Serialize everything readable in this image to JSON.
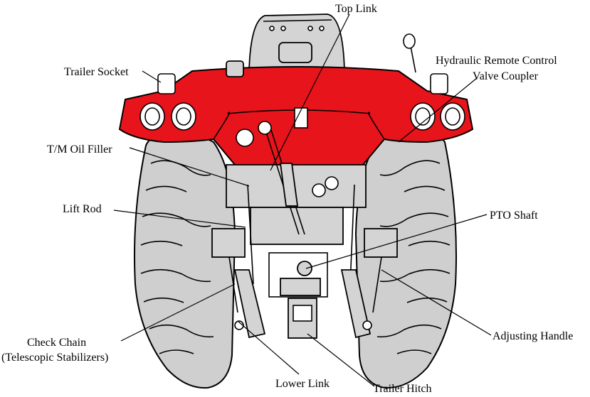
{
  "labels": {
    "top_link": "Top Link",
    "trailer_socket": "Trailer Socket",
    "hydraulic_line1": "Hydraulic Remote Control",
    "hydraulic_line2": "Valve Coupler",
    "tm_oil_filler": "T/M Oil Filler",
    "lift_rod": "Lift Rod",
    "pto_shaft": "PTO Shaft",
    "check_chain_line1": "Check Chain",
    "check_chain_line2": "(Telescopic Stabilizers)",
    "adjusting_handle": "Adjusting Handle",
    "lower_link": "Lower Link",
    "trailer_hitch": "Trailer Hitch"
  },
  "colors": {
    "body_red": "#e8141b",
    "tire_grey": "#cfcfcf",
    "outline": "#000000"
  }
}
